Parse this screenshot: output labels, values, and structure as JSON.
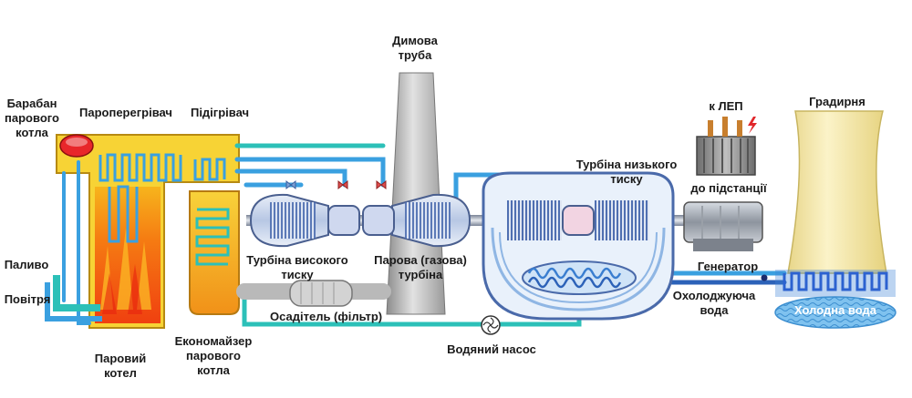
{
  "labels": {
    "drum_1": "Барабан",
    "drum_2": "парового",
    "drum_3": "котла",
    "superheater": "Пароперегрівач",
    "reheater": "Підігрівач",
    "chimney_1": "Димова",
    "chimney_2": "труба",
    "lep": "к ЛЕП",
    "cooling_tower": "Градирня",
    "lp_turbine_1": "Турбіна низького",
    "lp_turbine_2": "тиску",
    "substation": "до підстанції",
    "fuel": "Паливо",
    "air": "Повітря",
    "hp_turbine_1": "Турбіна високого",
    "hp_turbine_2": "тиску",
    "ip_turbine_1": "Парова (газова)",
    "ip_turbine_2": "турбіна",
    "generator": "Генератор",
    "cooling_water_1": "Охолоджуюча",
    "cooling_water_2": "вода",
    "cold_water": "Холодна вода",
    "precipitator": "Осадітель (фільтр)",
    "boiler_1": "Паровий",
    "boiler_2": "котел",
    "economizer_1": "Економайзер",
    "economizer_2": "парового",
    "economizer_3": "котла",
    "pump": "Водяний насос"
  },
  "colors": {
    "steam_pipe": "#3aa0e0",
    "water_pipe": "#2cc0b8",
    "boiler_fill": "#f7d335",
    "flame": "#f25a0c",
    "drum": "#e8262a",
    "chimney": "#b9b9b9",
    "turbine_blade": "#5a78b8",
    "condenser": "#9ec4ea",
    "transformer": "#8a8a8a",
    "cooling_tower": "#f5e9a6",
    "cold_water": "#6ab2e8"
  },
  "icons": [
    "drum-icon",
    "valve-icon",
    "pump-icon",
    "lightning-icon",
    "arrow-up-icon"
  ]
}
